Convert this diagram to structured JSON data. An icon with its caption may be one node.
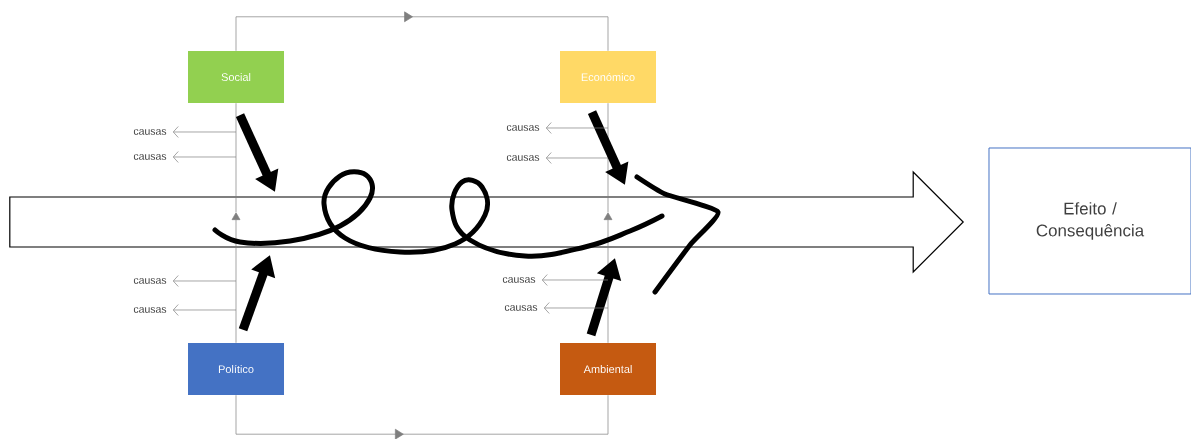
{
  "diagram": {
    "nodes": [
      {
        "text": [
          "Social"
        ]
      },
      {
        "text": [
          "Económico"
        ]
      },
      {
        "text": [
          "causas"
        ]
      },
      {
        "text": [
          "causas"
        ]
      },
      {
        "text": [
          "causas"
        ]
      },
      {
        "text": [
          "causas"
        ]
      },
      {
        "text": [],
        "shape": "arrow"
      },
      {
        "text": [
          "Efeito / Consequência"
        ]
      },
      {
        "text": [
          "causas"
        ]
      },
      {
        "text": [
          "causas"
        ]
      },
      {
        "text": [
          "causas"
        ]
      },
      {
        "text": [
          "causas"
        ]
      },
      {
        "text": [
          "Político"
        ]
      },
      {
        "text": [
          "Ambiental"
        ]
      }
    ],
    "edges": [
      {
        "from": 0,
        "to": 1,
        "arrow": "to"
      },
      {
        "from": 12,
        "to": 13,
        "arrow": "to"
      },
      {
        "from": 12,
        "to": 6,
        "arrow": "to"
      },
      {
        "from": 6,
        "to": 0,
        "arrow": "none"
      },
      {
        "from": 13,
        "to": 6,
        "arrow": "to"
      },
      {
        "from": 6,
        "to": 1,
        "arrow": "none"
      },
      {
        "from": 0,
        "to": 6,
        "arrow": "to",
        "style": "thick",
        "color": "#000000"
      },
      {
        "from": 1,
        "to": 6,
        "arrow": "to",
        "style": "thick",
        "color": "#000000"
      },
      {
        "from": 12,
        "to": 6,
        "arrow": "to",
        "style": "thick",
        "color": "#000000"
      },
      {
        "from": 13,
        "to": 6,
        "arrow": "to",
        "style": "thick",
        "color": "#000000"
      },
      {
        "from": null,
        "to": 2,
        "arrow": "to"
      },
      {
        "from": null,
        "to": 3,
        "arrow": "to"
      },
      {
        "from": null,
        "to": 4,
        "arrow": "to"
      },
      {
        "from": null,
        "to": 5,
        "arrow": "to"
      },
      {
        "from": null,
        "to": 8,
        "arrow": "to"
      },
      {
        "from": null,
        "to": 9,
        "arrow": "to"
      },
      {
        "from": null,
        "to": 10,
        "arrow": "to"
      },
      {
        "from": null,
        "to": 11,
        "arrow": "to"
      }
    ]
  }
}
